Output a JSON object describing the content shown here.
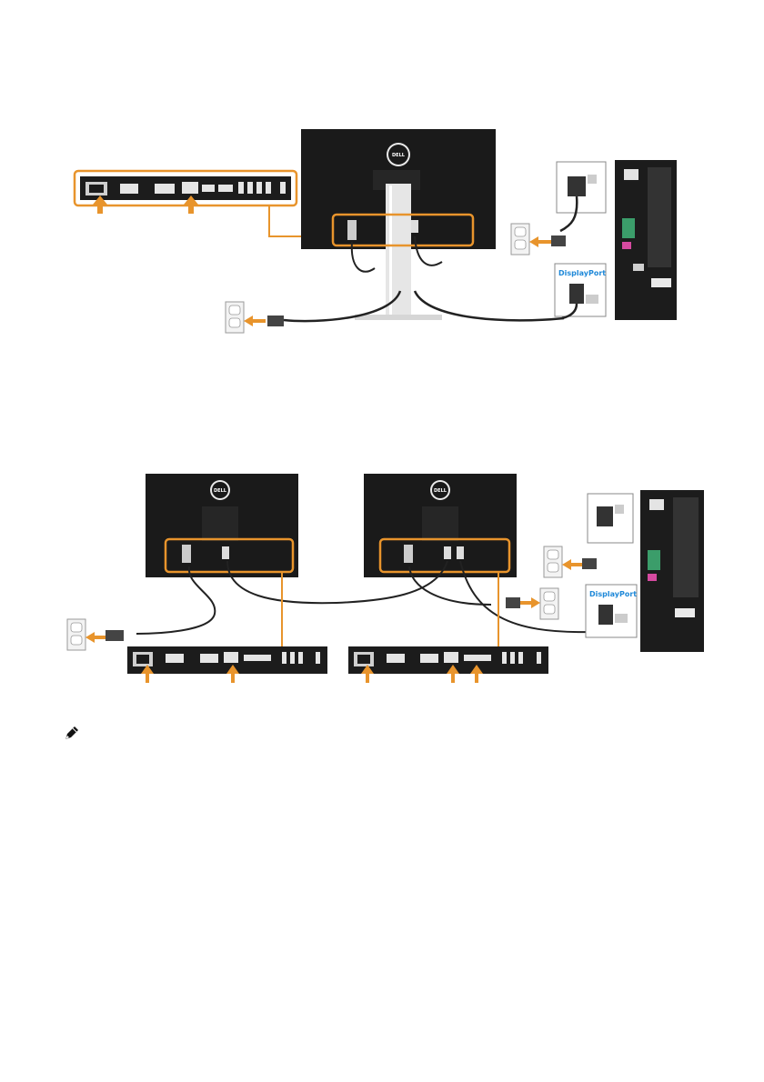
{
  "figure1": {
    "logo": "DELL",
    "port_label": "DisplayPort"
  },
  "figure2": {
    "logo_left": "DELL",
    "logo_right": "DELL",
    "port_label": "DisplayPort"
  },
  "note": {
    "icon": "note-pencil-icon"
  },
  "colors": {
    "accent": "#e8942c",
    "panel": "#1c1c1c",
    "cable": "#222222"
  }
}
